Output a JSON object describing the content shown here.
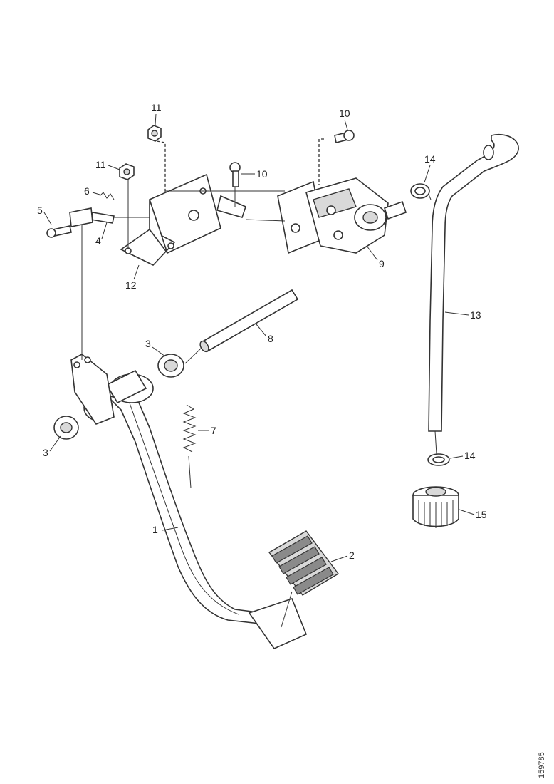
{
  "diagram": {
    "callouts": {
      "c1": "1",
      "c2": "2",
      "c3a": "3",
      "c3b": "3",
      "c4": "4",
      "c5": "5",
      "c6": "6",
      "c7": "7",
      "c8": "8",
      "c9": "9",
      "c10a": "10",
      "c10b": "10",
      "c11a": "11",
      "c11b": "11",
      "c12": "12",
      "c13": "13",
      "c14a": "14",
      "c14b": "14",
      "c15": "15"
    },
    "figure_code": "159785"
  }
}
